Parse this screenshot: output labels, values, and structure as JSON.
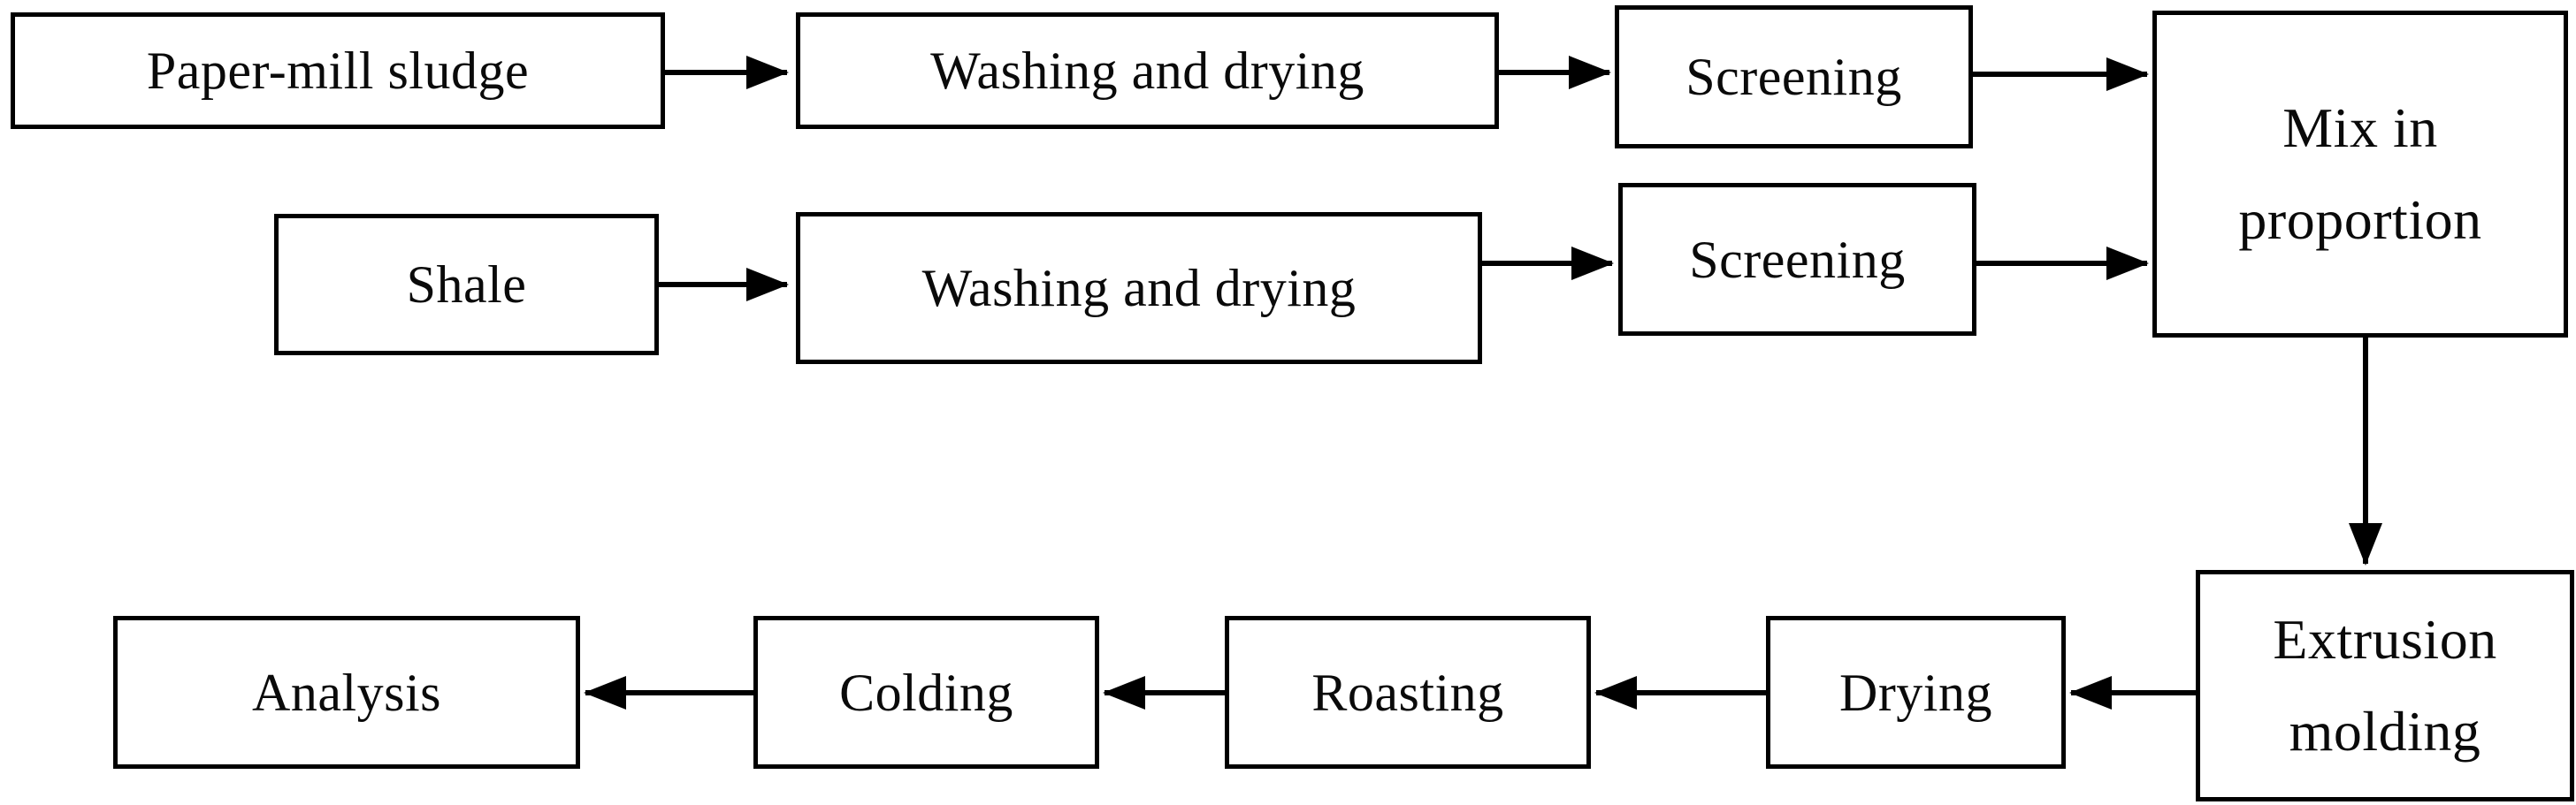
{
  "diagram": {
    "type": "flowchart",
    "background_color": "#ffffff",
    "box_border_color": "#000000",
    "text_color": "#0a0a0a",
    "nodes": [
      {
        "id": "paper_mill_sludge",
        "label": "Paper-mill sludge"
      },
      {
        "id": "washing_and_drying_1",
        "label": "Washing and drying"
      },
      {
        "id": "screening_1",
        "label": "Screening"
      },
      {
        "id": "mix_in_proportion",
        "label": "Mix in proportion"
      },
      {
        "id": "shale",
        "label": "Shale"
      },
      {
        "id": "washing_and_drying_2",
        "label": "Washing and drying"
      },
      {
        "id": "screening_2",
        "label": "Screening"
      },
      {
        "id": "extrusion_molding",
        "label": "Extrusion molding"
      },
      {
        "id": "drying",
        "label": "Drying"
      },
      {
        "id": "roasting",
        "label": "Roasting"
      },
      {
        "id": "colding",
        "label": "Colding"
      },
      {
        "id": "analysis",
        "label": "Analysis"
      }
    ],
    "edges": [
      {
        "from": "paper_mill_sludge",
        "to": "washing_and_drying_1"
      },
      {
        "from": "washing_and_drying_1",
        "to": "screening_1"
      },
      {
        "from": "screening_1",
        "to": "mix_in_proportion"
      },
      {
        "from": "shale",
        "to": "washing_and_drying_2"
      },
      {
        "from": "washing_and_drying_2",
        "to": "screening_2"
      },
      {
        "from": "screening_2",
        "to": "mix_in_proportion"
      },
      {
        "from": "mix_in_proportion",
        "to": "extrusion_molding"
      },
      {
        "from": "extrusion_molding",
        "to": "drying"
      },
      {
        "from": "drying",
        "to": "roasting"
      },
      {
        "from": "roasting",
        "to": "colding"
      },
      {
        "from": "colding",
        "to": "analysis"
      }
    ]
  }
}
